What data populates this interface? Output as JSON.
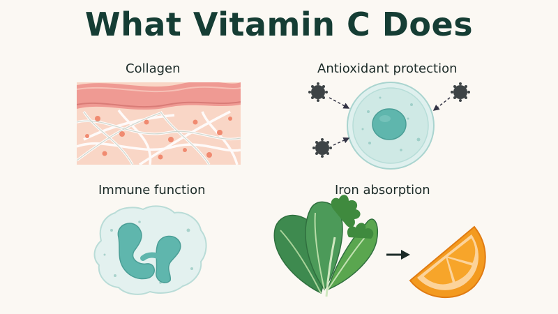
{
  "title": "What Vitamin C Does",
  "panels": {
    "collagen": {
      "label": "Collagen",
      "icon": "skin-collagen-cross-section"
    },
    "antioxidant": {
      "label": "Antioxidant protection",
      "icon": "cell-with-free-radicals"
    },
    "immune": {
      "label": "Immune function",
      "icon": "white-blood-cell"
    },
    "iron": {
      "label": "Iron absorption",
      "icon": "leafy-greens-arrow-orange"
    }
  },
  "colors": {
    "title": "#153d34",
    "skin_layer": "#ef9a93",
    "tissue": "#f8d3c3",
    "cell_teal": "#5fb6ad",
    "radical": "#3e4446",
    "greens": "#3e8a4f",
    "orange": "#f39a1f"
  }
}
